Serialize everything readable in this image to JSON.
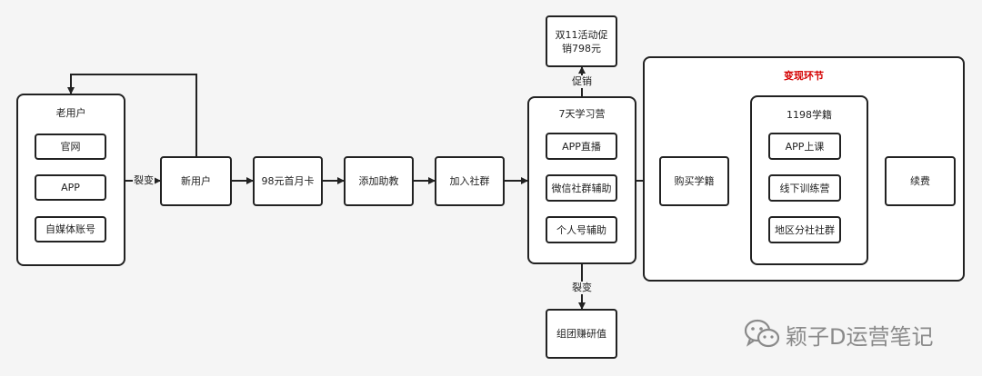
{
  "old_users": {
    "title": "老用户",
    "items": [
      "官网",
      "APP",
      "自媒体账号"
    ]
  },
  "edges": {
    "fission1": "裂变",
    "promo": "促销",
    "fission2": "裂变"
  },
  "nodes": {
    "new_user": "新用户",
    "first_month": "98元首月卡",
    "add_assistant": "添加助教",
    "join_group": "加入社群",
    "promo_line1": "双11活动促",
    "promo_line2": "销798元",
    "buy_books": "购买学籍",
    "renew": "续费",
    "group_buy": "组团赚研值"
  },
  "camp": {
    "title": "7天学习营",
    "items": [
      "APP直播",
      "微信社群辅助",
      "个人号辅助"
    ]
  },
  "monetize": {
    "title": "变现环节",
    "inner_title": "1198学籍",
    "items": [
      "APP上课",
      "线下训练营",
      "地区分社社群"
    ]
  },
  "watermark": "颖子D运营笔记",
  "colors": {
    "stroke": "#222222",
    "accent": "#d40000",
    "background": "#f5f5f5"
  }
}
